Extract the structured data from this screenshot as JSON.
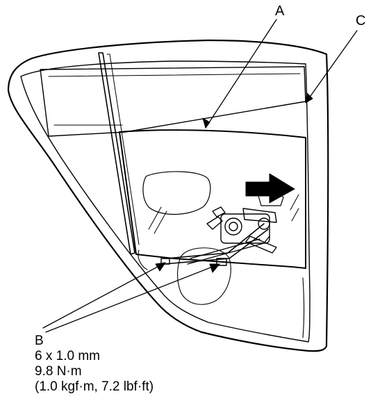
{
  "callouts": {
    "a": "A",
    "c": "C"
  },
  "fastener": {
    "label": "B",
    "size": "6 x 1.0 mm",
    "torque_nm": "9.8 N·m",
    "torque_alt": "(1.0 kgf·m, 7.2 lbf·ft)"
  },
  "colors": {
    "line": "#000000",
    "background": "#ffffff"
  }
}
